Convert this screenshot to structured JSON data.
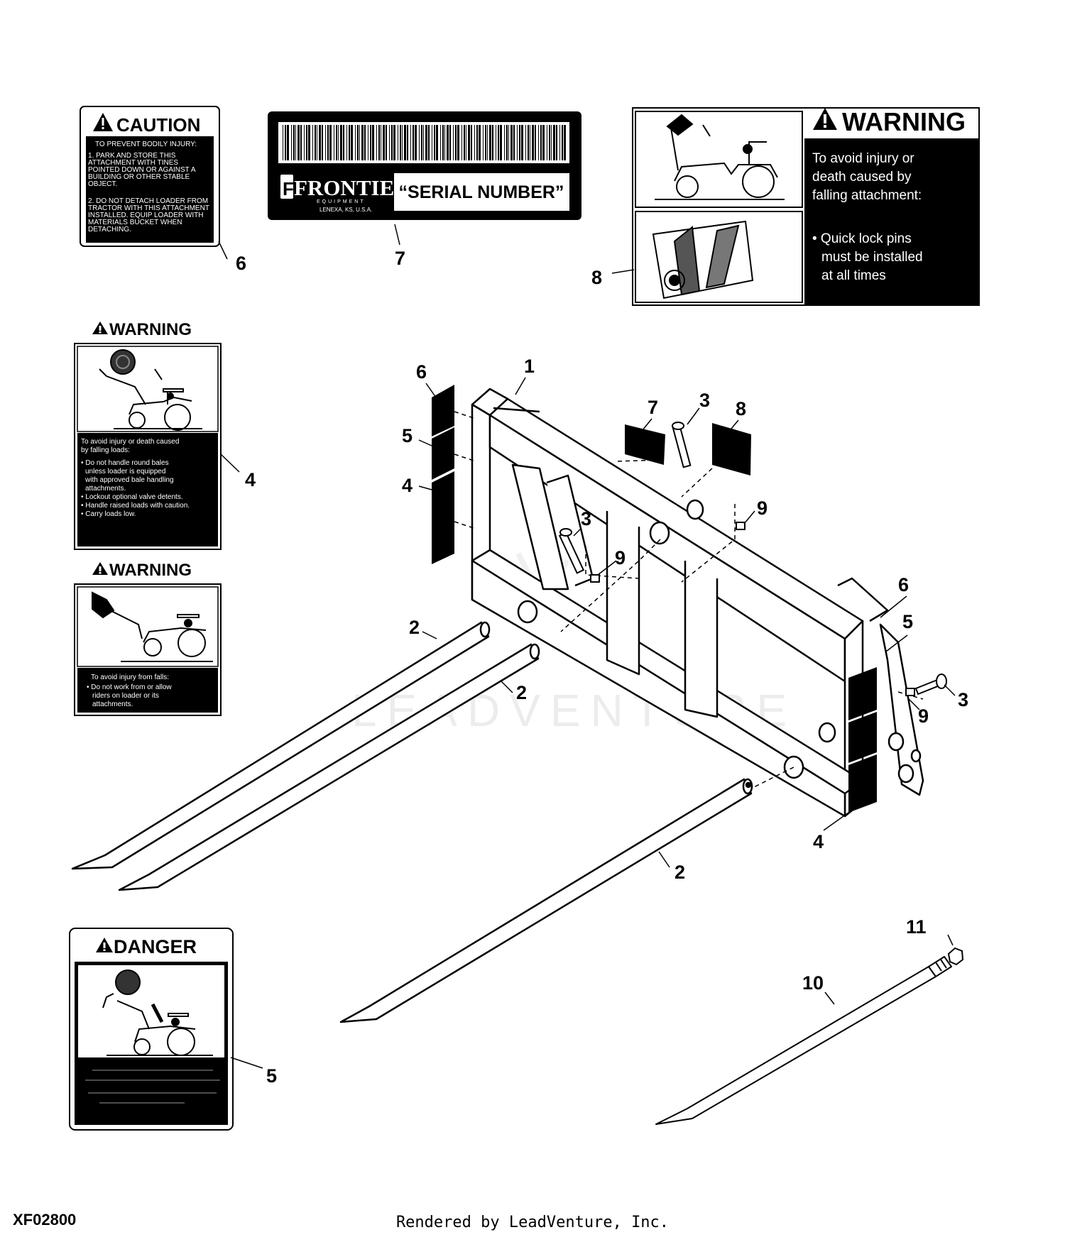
{
  "labels": {
    "caution_6": {
      "title": "CAUTION",
      "subtitle": "TO PREVENT BODILY INJURY:",
      "line1": "1. PARK AND STORE THIS",
      "line2": "ATTACHMENT WITH TINES",
      "line3": "POINTED DOWN OR AGAINST A",
      "line4": "BUILDING OR OTHER STABLE",
      "line5": "OBJECT.",
      "line6": "2. DO NOT DETACH LOADER FROM",
      "line7": "TRACTOR WITH THIS ATTACHMENT",
      "line8": "INSTALLED. EQUIP LOADER WITH",
      "line9": "MATERIALS BUCKET WHEN",
      "line10": "DETACHING."
    },
    "serial_7": {
      "brand": "FRONTIER",
      "brand_sub": "EQUIPMENT",
      "location": "LENEXA, KS, U.S.A.",
      "serial": "“SERIAL NUMBER”"
    },
    "warning_8": {
      "title": "WARNING",
      "line1": "To avoid injury or",
      "line2": "death caused by",
      "line3": "falling attachment:",
      "line4": "• Quick lock pins",
      "line5": "must be installed",
      "line6": "at all times"
    },
    "warning_4": {
      "title": "WARNING",
      "line1": "To avoid injury or death caused",
      "line2": "by falling loads:",
      "line3": "• Do not handle round bales",
      "line4": "unless loader is equipped",
      "line5": "with approved bale handling",
      "line6": "attachments.",
      "line7": "• Lockout optional valve detents.",
      "line8": "• Handle raised loads with caution.",
      "line9": "• Carry loads low."
    },
    "warning_falls": {
      "title": "WARNING",
      "line1": "To avoid injury from falls:",
      "line2": "• Do not work from or allow",
      "line3": "riders on loader or its",
      "line4": "attachments."
    },
    "danger_5": {
      "title": "DANGER"
    }
  },
  "callouts": {
    "c1": "1",
    "c2a": "2",
    "c2b": "2",
    "c2c": "2",
    "c3a": "3",
    "c3b": "3",
    "c3c": "3",
    "c4a": "4",
    "c4b": "4",
    "c4c": "4",
    "c5a": "5",
    "c5b": "5",
    "c5c": "5",
    "c6a": "6",
    "c6b": "6",
    "c6c": "6",
    "c7a": "7",
    "c7b": "7",
    "c8a": "8",
    "c8b": "8",
    "c9a": "9",
    "c9b": "9",
    "c9c": "9",
    "c10": "10",
    "c11": "11"
  },
  "watermark": "LEADVENTURE",
  "figure_id": "XF02800",
  "render_credit": "Rendered by LeadVenture, Inc."
}
